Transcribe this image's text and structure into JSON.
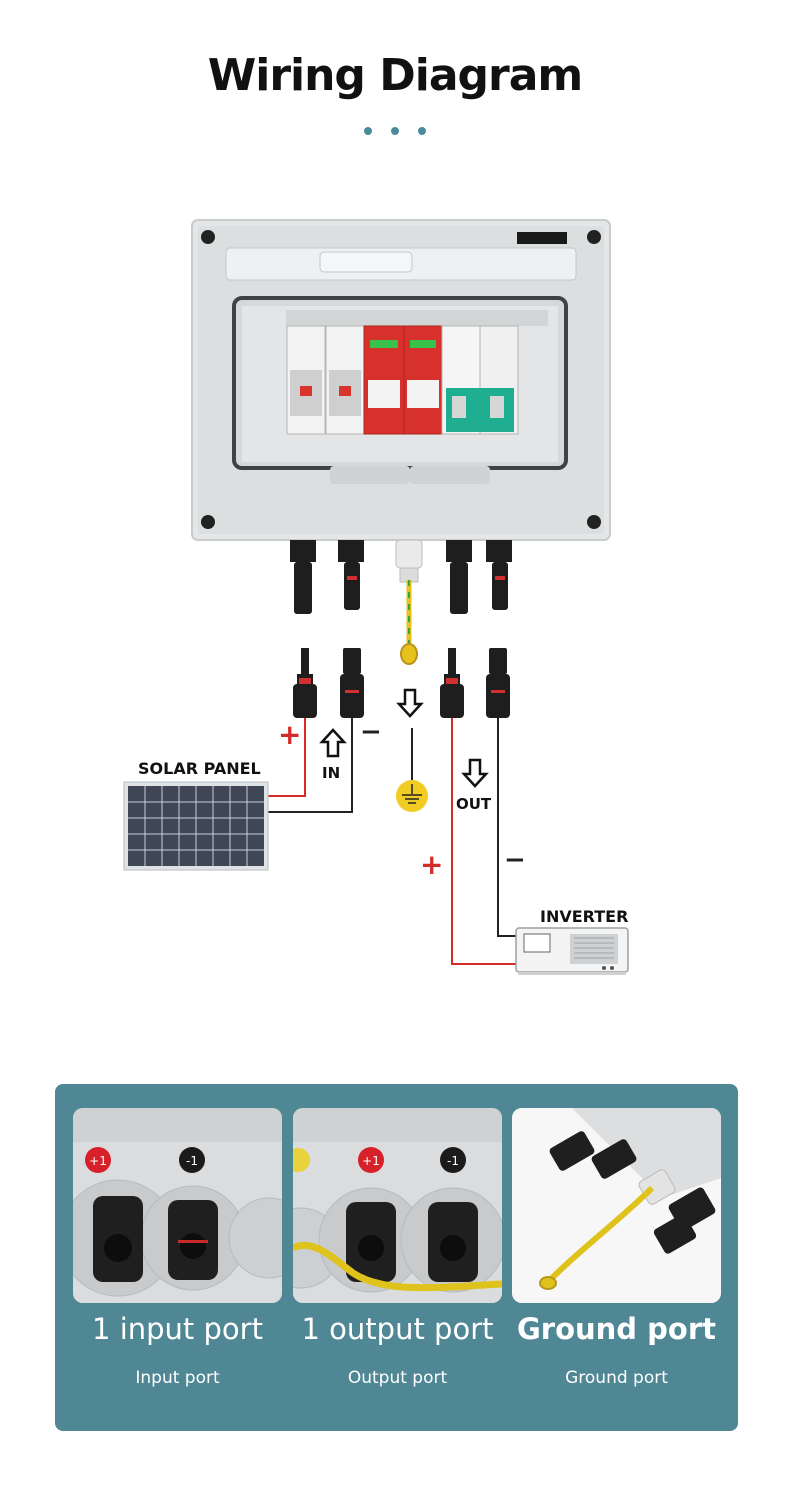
{
  "header": {
    "title": "Wiring Diagram"
  },
  "diagram": {
    "solar_panel_label": "SOLAR PANEL",
    "inverter_label": "INVERTER",
    "in_label": "IN",
    "out_label": "OUT",
    "plus_sign": "+",
    "minus_sign": "−",
    "colors": {
      "positive_wire": "#d42a2a",
      "negative_wire": "#222222",
      "ground_wire": "#e7c21d",
      "spd_red": "#d8312d",
      "breaker_green": "#1fae8f",
      "enclosure": "#e4e6e7"
    }
  },
  "ports": {
    "cards": [
      {
        "title": "1 input port",
        "subtitle": "Input port",
        "badges": [
          "+1",
          "-1"
        ]
      },
      {
        "title": "1 output port",
        "subtitle": "Output port",
        "badges": [
          "+1",
          "-1"
        ]
      },
      {
        "title": "Ground port",
        "subtitle": "Ground port",
        "badges": []
      }
    ],
    "colors": {
      "panel_bg": "#4f8794",
      "plus_badge": "#d6202a",
      "minus_badge": "#1b1b1b"
    }
  }
}
